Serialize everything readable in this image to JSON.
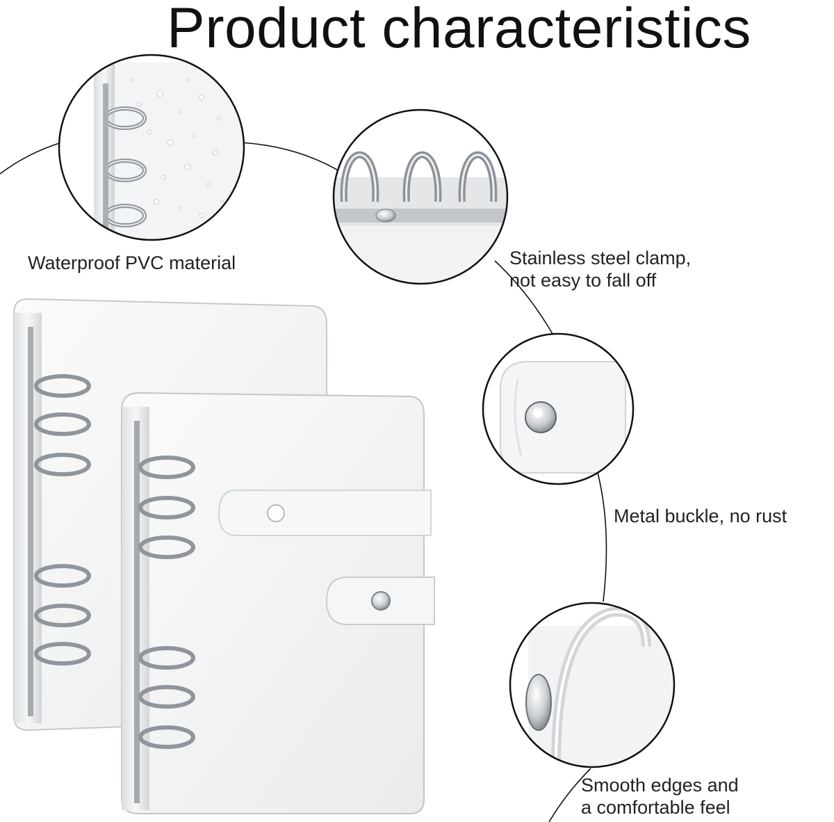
{
  "title": "Product characteristics",
  "features": [
    {
      "id": "pvc",
      "label": "Waterproof PVC material"
    },
    {
      "id": "steel",
      "label": "Stainless steel clamp,\nnot easy to fall off",
      "lines": [
        "Stainless steel clamp,",
        "not easy to fall off"
      ]
    },
    {
      "id": "buckle",
      "label": "Metal buckle, no rust"
    },
    {
      "id": "edges",
      "label": "Smooth edges and\na comfortable feel",
      "lines": [
        "Smooth edges and",
        "a comfortable feel"
      ]
    }
  ],
  "colors": {
    "text": "#111111",
    "ring": "#9aa0a6",
    "ring_highlight": "#e6e8ea",
    "cover_edge": "#c8cbce"
  },
  "icons": [
    "binder-ring-icon",
    "snap-button-icon"
  ]
}
